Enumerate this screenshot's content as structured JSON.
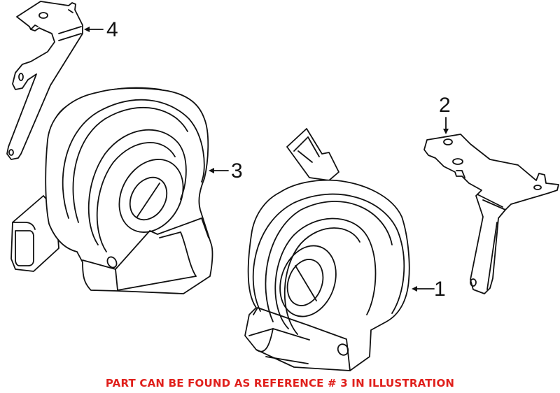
{
  "diagram": {
    "type": "exploded-parts-illustration",
    "parts": [
      {
        "ref": "1",
        "label": "1",
        "description": "horn assembly (lower right)"
      },
      {
        "ref": "2",
        "label": "2",
        "description": "mounting bracket (right)"
      },
      {
        "ref": "3",
        "label": "3",
        "description": "horn assembly (upper left)"
      },
      {
        "ref": "4",
        "label": "4",
        "description": "mounting bracket (upper left)"
      }
    ]
  },
  "callouts": {
    "one": "1",
    "two": "2",
    "three": "3",
    "four": "4"
  },
  "caption": {
    "text": "PART CAN BE FOUND AS REFERENCE # 3 IN ILLUSTRATION",
    "color": "#e0201c"
  },
  "colors": {
    "line": "#111111",
    "background": "#ffffff",
    "caption": "#e0201c"
  }
}
